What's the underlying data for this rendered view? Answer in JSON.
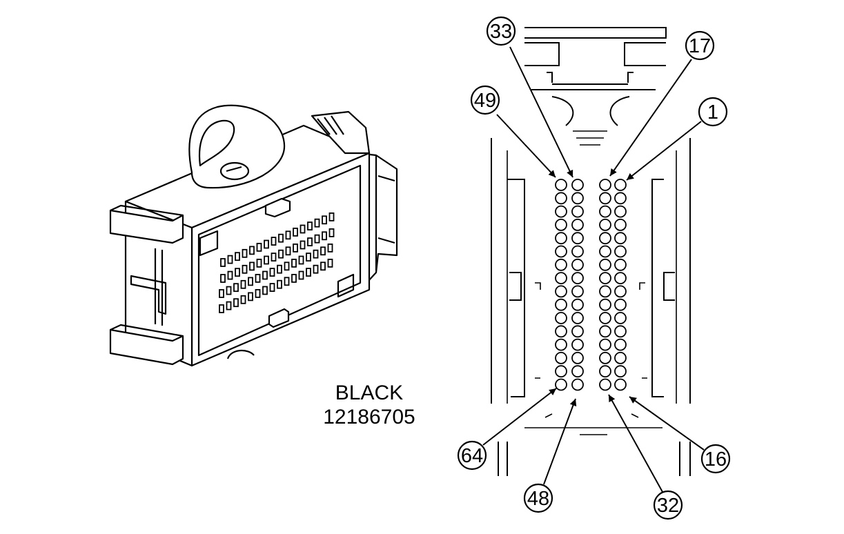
{
  "connector": {
    "color_label": "BLACK",
    "part_number": "12186705"
  },
  "pin_callouts": [
    {
      "label": "33",
      "pin": 33
    },
    {
      "label": "17",
      "pin": 17
    },
    {
      "label": "49",
      "pin": 49
    },
    {
      "label": "1",
      "pin": 1
    },
    {
      "label": "64",
      "pin": 64
    },
    {
      "label": "16",
      "pin": 16
    },
    {
      "label": "48",
      "pin": 48
    },
    {
      "label": "32",
      "pin": 32
    }
  ],
  "pin_columns": [
    {
      "first": 49,
      "last": 64
    },
    {
      "first": 33,
      "last": 48
    },
    {
      "first": 17,
      "last": 32
    },
    {
      "first": 1,
      "last": 16
    }
  ]
}
